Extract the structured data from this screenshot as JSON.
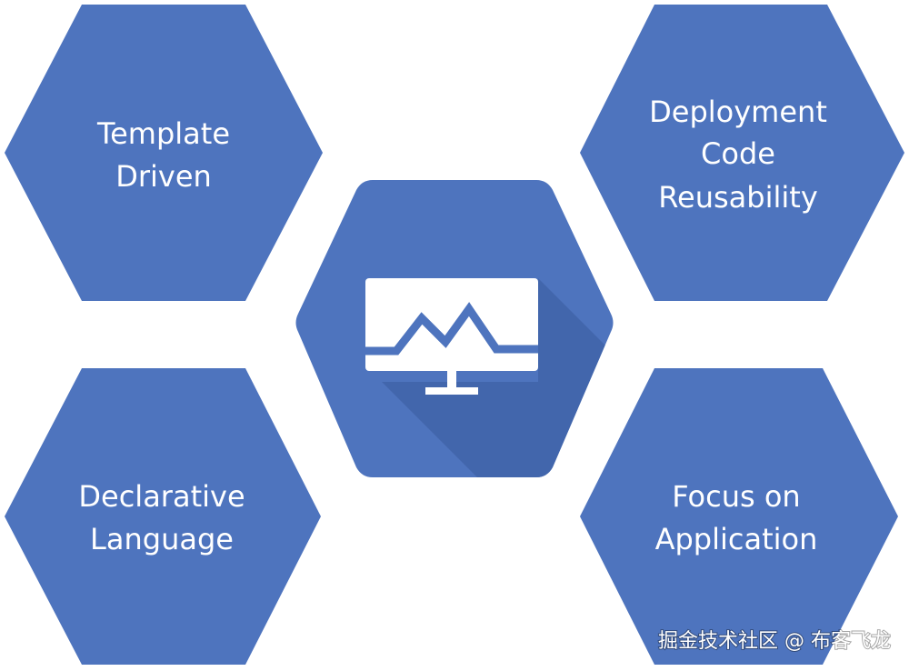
{
  "colors": {
    "hexagon_fill": "#4E74BE",
    "center_fill": "#4E74BE",
    "shadow": "#3F61A6",
    "icon": "#FFFFFF",
    "background": "#FFFFFF"
  },
  "center": {
    "icon": "monitor-chart-icon"
  },
  "hexagons": {
    "top_left": {
      "line1": "Template",
      "line2": "Driven"
    },
    "top_right": {
      "line1": "Deployment",
      "line2": "Code",
      "line3": "Reusability"
    },
    "bottom_left": {
      "line1": "Declarative",
      "line2": "Language"
    },
    "bottom_right": {
      "line1": "Focus on",
      "line2": "Application"
    }
  },
  "watermark": {
    "text": "掘金技术社区 @ 布客飞龙"
  }
}
